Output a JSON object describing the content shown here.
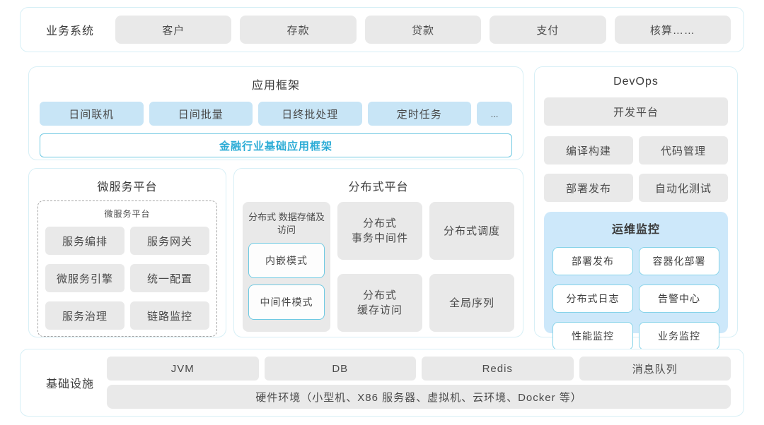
{
  "colors": {
    "section_border": "#d7eff6",
    "gray_button": "#e9e9e9",
    "light_blue_button": "#c8e5f6",
    "accent_blue_text": "#2cacd6",
    "accent_blue_border": "#70c9e2",
    "monitor_bg": "#cde8fa",
    "monitor_button_border": "#86d3e9"
  },
  "business": {
    "label": "业务系统",
    "items": [
      "客户",
      "存款",
      "贷款",
      "支付",
      "核算……"
    ]
  },
  "app_framework": {
    "title": "应用框架",
    "items": [
      "日间联机",
      "日间批量",
      "日终批处理",
      "定时任务"
    ],
    "more": "...",
    "base": "金融行业基础应用框架"
  },
  "micro": {
    "title": "微服务平台",
    "inner_title": "微服务平台",
    "items": [
      "服务编排",
      "服务网关",
      "微服务引擎",
      "统一配置",
      "服务治理",
      "链路监控"
    ]
  },
  "dist": {
    "title": "分布式平台",
    "storage": {
      "line1": "分布式",
      "line2": "数据存储及访问",
      "modes": [
        "内嵌模式",
        "中间件模式"
      ]
    },
    "transaction": {
      "line1": "分布式",
      "line2": "事务中间件"
    },
    "scheduling": "分布式调度",
    "cache": {
      "line1": "分布式",
      "line2": "缓存访问"
    },
    "sequence": "全局序列"
  },
  "devops": {
    "title": "DevOps",
    "full_item": "开发平台",
    "items": [
      "编译构建",
      "代码管理",
      "部署发布",
      "自动化测试"
    ],
    "monitor": {
      "title": "运维监控",
      "items": [
        "部署发布",
        "容器化部署",
        "分布式日志",
        "告警中心",
        "性能监控",
        "业务监控"
      ]
    }
  },
  "infra": {
    "label": "基础设施",
    "items": [
      "JVM",
      "DB",
      "Redis",
      "消息队列"
    ],
    "hardware": "硬件环境（小型机、X86 服务器、虚拟机、云环境、Docker 等）"
  }
}
